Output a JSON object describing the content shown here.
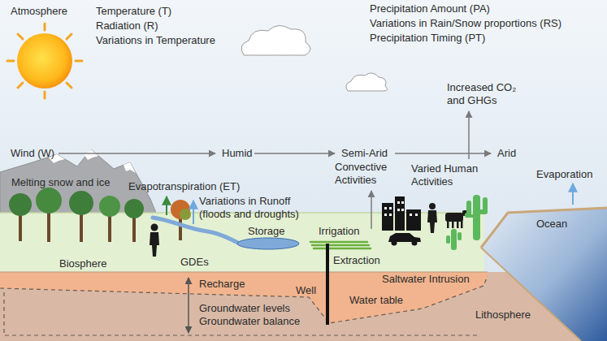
{
  "diagram": {
    "labels": [
      "Atmosphere",
      "Temperature (T)",
      "Radiation (R)",
      "Variations in Temperature",
      "Precipitation Amount (PA)",
      "Variations in Rain/Snow proportions (RS)",
      "Precipitation Timing (PT)",
      "Wind (W)",
      "Humid",
      "Semi-Arid",
      "Arid",
      "Increased CO₂ and GHGs",
      "Melting snow and ice",
      "Evapotranspiration (ET)",
      "Variations in Runoff (floods and droughts)",
      "Convective Activities",
      "Varied Human Activities",
      "Evaporation",
      "Biosphere",
      "GDEs",
      "Storage",
      "Irrigation",
      "Extraction",
      "Ocean",
      "Saltwater Intrusion",
      "Recharge",
      "Well",
      "Water table",
      "Groundwater levels Groundwater balance",
      "Lithosphere"
    ]
  }
}
